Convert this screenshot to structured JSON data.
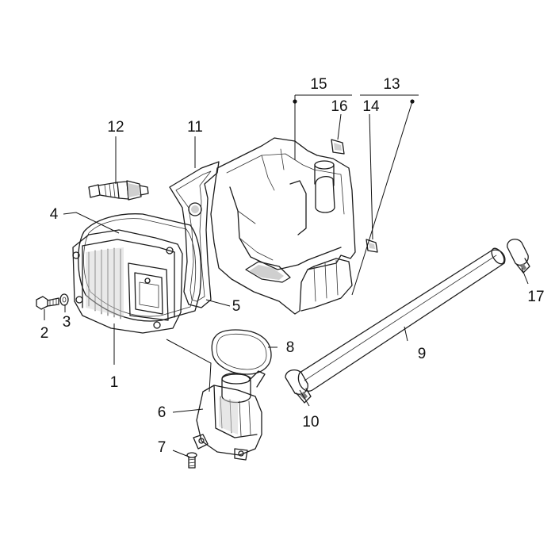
{
  "diagram": {
    "callouts": [
      {
        "id": "c1",
        "label": "1"
      },
      {
        "id": "c2",
        "label": "2"
      },
      {
        "id": "c3",
        "label": "3"
      },
      {
        "id": "c4",
        "label": "4"
      },
      {
        "id": "c5",
        "label": "5"
      },
      {
        "id": "c6",
        "label": "6"
      },
      {
        "id": "c7",
        "label": "7"
      },
      {
        "id": "c8",
        "label": "8"
      },
      {
        "id": "c9",
        "label": "9"
      },
      {
        "id": "c10",
        "label": "10"
      },
      {
        "id": "c11",
        "label": "11"
      },
      {
        "id": "c12",
        "label": "12"
      },
      {
        "id": "c13",
        "label": "13"
      },
      {
        "id": "c14",
        "label": "14"
      },
      {
        "id": "c15",
        "label": "15"
      },
      {
        "id": "c16",
        "label": "16"
      },
      {
        "id": "c17",
        "label": "17"
      }
    ],
    "colors": {
      "line": "#1c1c1c",
      "background": "#ffffff"
    }
  }
}
